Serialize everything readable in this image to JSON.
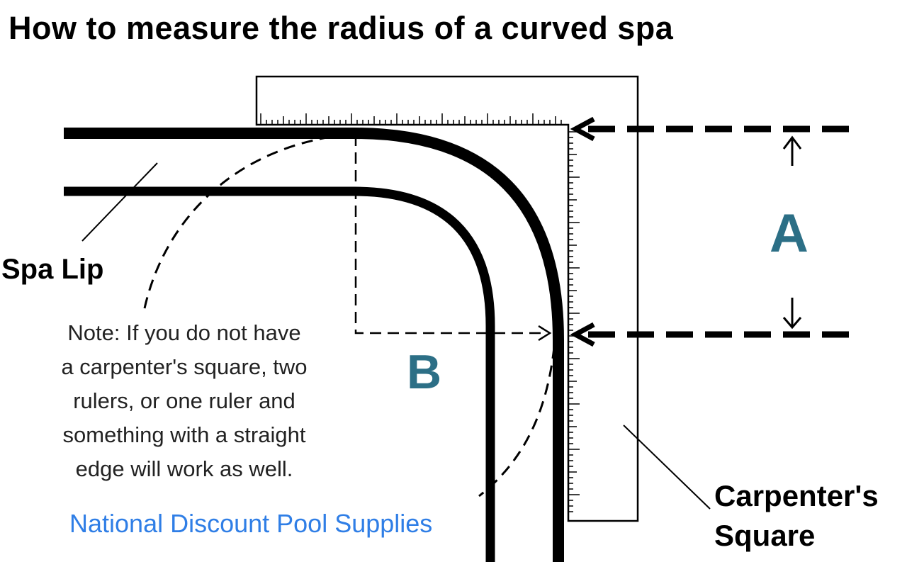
{
  "title": "How to measure the radius of a curved spa",
  "labels": {
    "spa_lip": "Spa Lip",
    "a": "A",
    "b": "B",
    "carpenters_line1": "Carpenter's",
    "carpenters_line2": "Square"
  },
  "note_lines": [
    "Note: If you do not have",
    "a carpenter's square, two",
    "rulers, or one ruler and",
    "something with a straight",
    "edge will work as well."
  ],
  "brand": "National Discount Pool Supplies",
  "colors": {
    "ink": "#000000",
    "letter_teal": "#2c6f86",
    "brand_blue": "#2f7ee6",
    "background": "#ffffff"
  }
}
